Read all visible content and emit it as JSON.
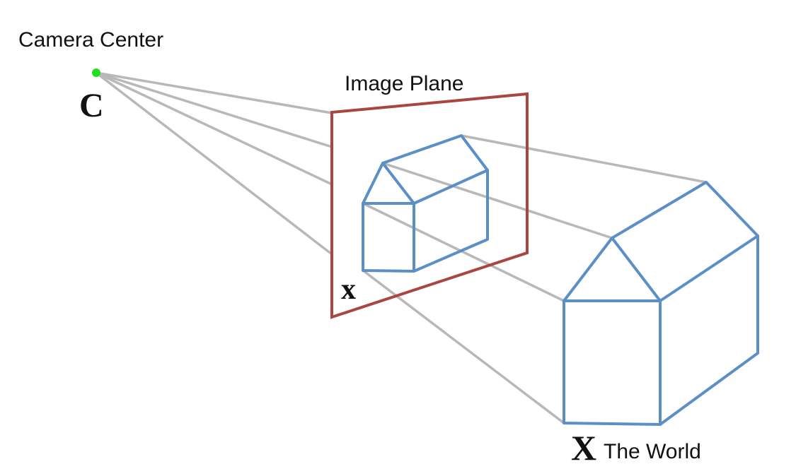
{
  "labels": {
    "camera_center": "Camera Center",
    "camera_symbol": "C",
    "image_plane": "Image Plane",
    "image_point_symbol": "x",
    "world_point_symbol": "X",
    "world": "The World"
  },
  "colors": {
    "rays": "#b8b8b8",
    "image_plane": "#a9463f",
    "house": "#5b8fc6",
    "camera_point": "#22dd22",
    "text": "#111111"
  }
}
